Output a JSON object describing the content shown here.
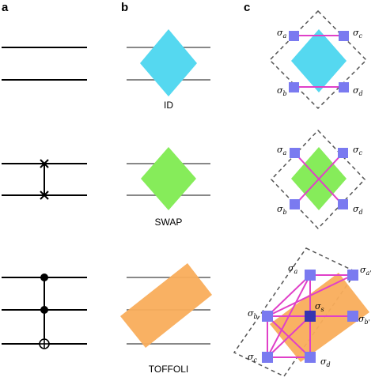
{
  "panels": {
    "a": "a",
    "b": "b",
    "c": "c"
  },
  "gates": [
    {
      "name": "ID",
      "color": "#55d8f0"
    },
    {
      "name": "SWAP",
      "color": "#86ec5a"
    },
    {
      "name": "TOFFOLI",
      "color": "#f9ad5b"
    }
  ],
  "sigma_base": "σ",
  "id_labels": [
    "a",
    "c",
    "b",
    "d"
  ],
  "swap_labels": [
    "a",
    "c",
    "b",
    "d"
  ],
  "toffoli_labels": [
    "a",
    "a'",
    "s",
    "b",
    "b'",
    "c",
    "d"
  ],
  "colors": {
    "wire": "#000000",
    "gray_wire": "#888888",
    "connection": "#e040c8",
    "node": "#7a7af0",
    "node_dark": "#3535b0",
    "dashed": "#555555"
  }
}
